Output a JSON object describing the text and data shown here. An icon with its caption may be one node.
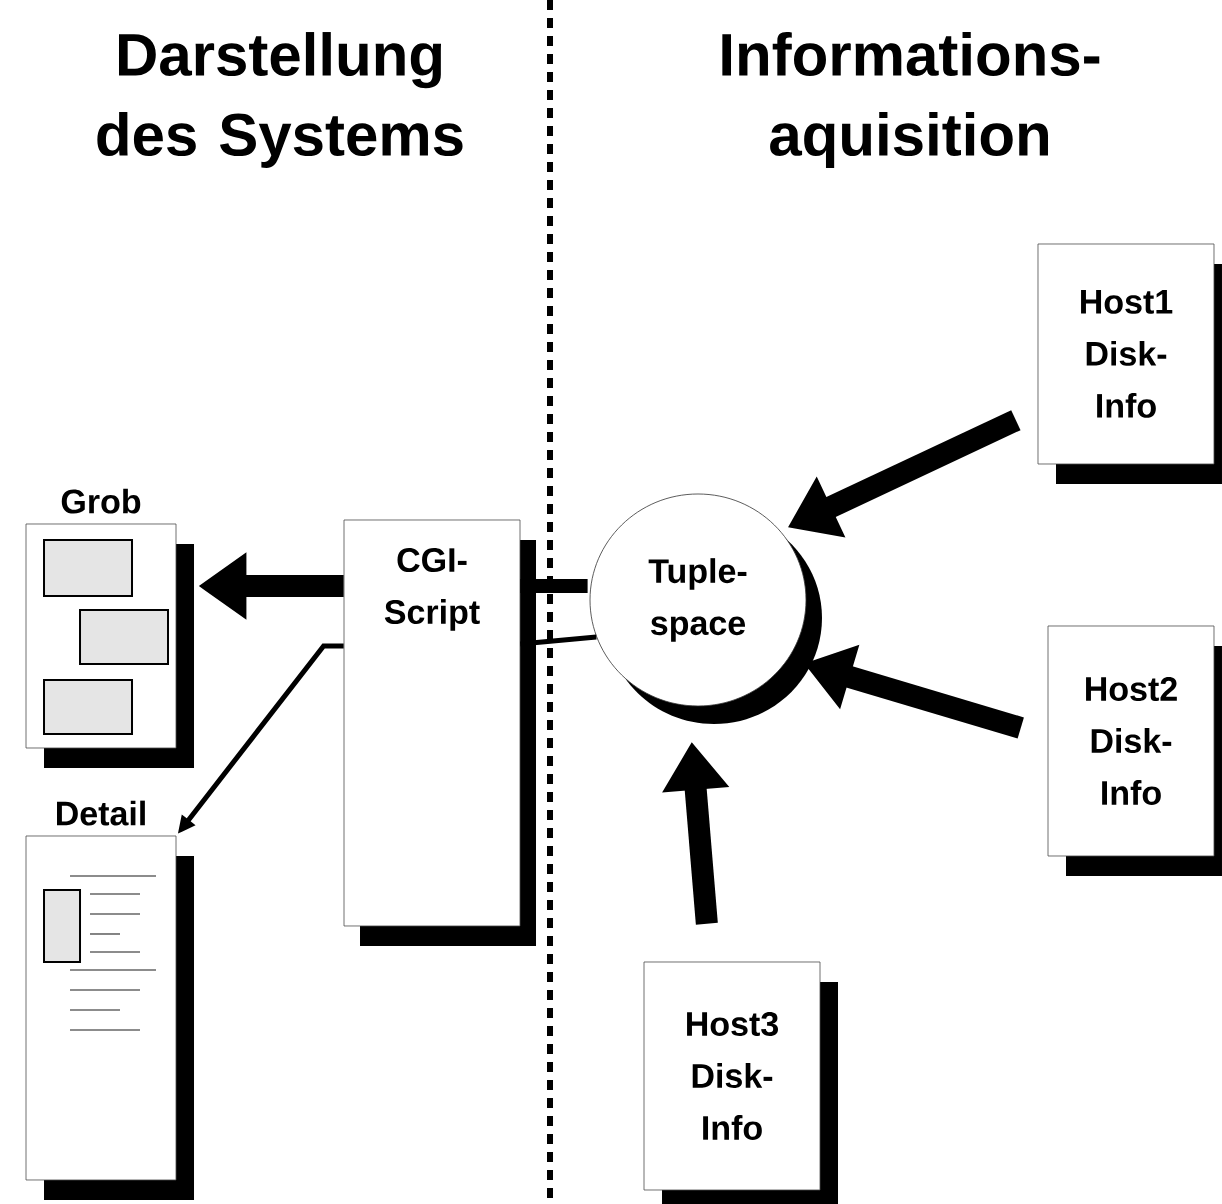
{
  "diagram": {
    "nodes": [
      {
        "text": [
          "Grob"
        ]
      },
      {
        "text": [
          "Detail"
        ]
      },
      {
        "text": [
          "CGI- Script"
        ]
      },
      {
        "text": [
          "Tuple- space"
        ]
      },
      {
        "text": [
          "Host1 Disk- Info"
        ]
      },
      {
        "text": [
          "Host2 Disk- Info"
        ]
      },
      {
        "text": [
          "Host3 Disk- Info"
        ]
      }
    ],
    "edges": [
      {
        "from": 2,
        "to": 0,
        "arrow": "to"
      },
      {
        "from": 2,
        "to": 1,
        "arrow": "to"
      },
      {
        "from": 2,
        "to": 3,
        "arrow": "none"
      },
      {
        "from": 2,
        "to": 3,
        "arrow": "none"
      },
      {
        "from": 4,
        "to": 3,
        "arrow": "to"
      },
      {
        "from": 5,
        "to": 3,
        "arrow": "to"
      },
      {
        "from": 6,
        "to": 3,
        "arrow": "to"
      }
    ],
    "labels": [
      "Darstellung des Systems",
      "Informations- aquisition"
    ]
  }
}
